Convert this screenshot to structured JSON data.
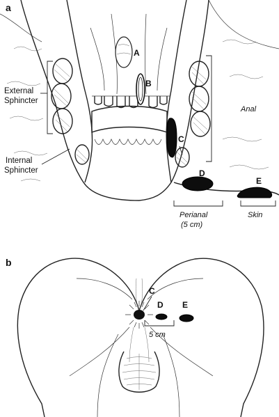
{
  "panel_a": {
    "letter": "a",
    "label_external_line1": "External",
    "label_external_line2": "Sphincter",
    "label_internal_line1": "Internal",
    "label_internal_line2": "Sphincter",
    "label_anal": "Anal",
    "label_perianal_line1": "Perianal",
    "label_perianal_line2": "(5 cm)",
    "label_skin": "Skin",
    "marker_A": "A",
    "marker_B": "B",
    "marker_C": "C",
    "marker_D": "D",
    "marker_E": "E"
  },
  "panel_b": {
    "letter": "b",
    "marker_C": "C",
    "marker_D": "D",
    "marker_E": "E",
    "distance_label": "5 cm"
  }
}
